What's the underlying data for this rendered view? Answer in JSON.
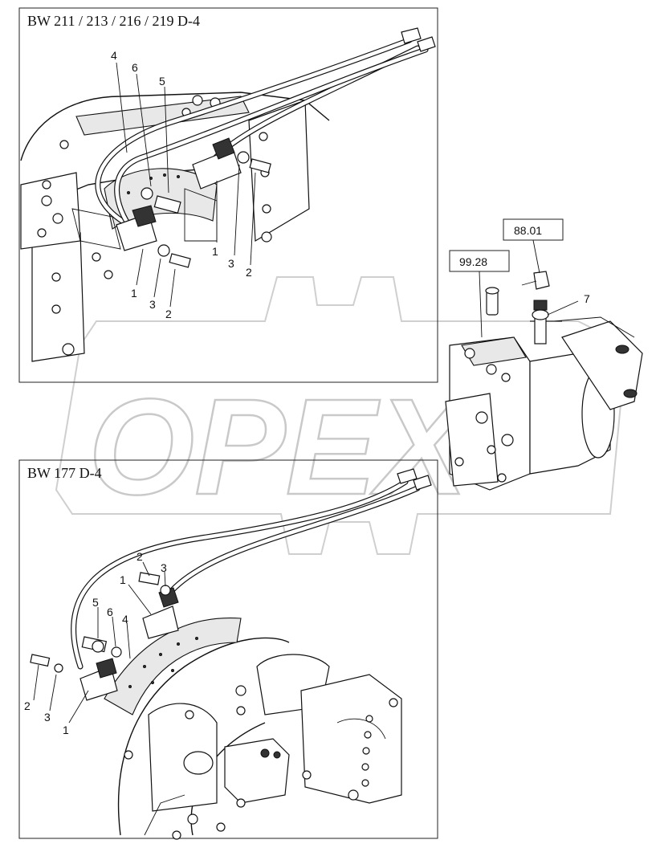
{
  "panels": {
    "top": {
      "title": "BW 211 / 213 / 216 / 219  D-4"
    },
    "bottom": {
      "title": "BW 177 D-4"
    }
  },
  "references": {
    "ref_a": "88.01",
    "ref_b": "99.28"
  },
  "watermark": {
    "text": "OPEX"
  },
  "callouts_top": {
    "c1": "4",
    "c2": "6",
    "c3": "5",
    "c4": "1",
    "c5": "3",
    "c6": "2",
    "c7": "1",
    "c8": "3",
    "c9": "2"
  },
  "callouts_bottom": {
    "c1": "2",
    "c2": "3",
    "c3": "1",
    "c4": "5",
    "c5": "6",
    "c6": "4",
    "c7": "2",
    "c8": "3",
    "c9": "1"
  },
  "callouts_right": {
    "c1": "7"
  }
}
